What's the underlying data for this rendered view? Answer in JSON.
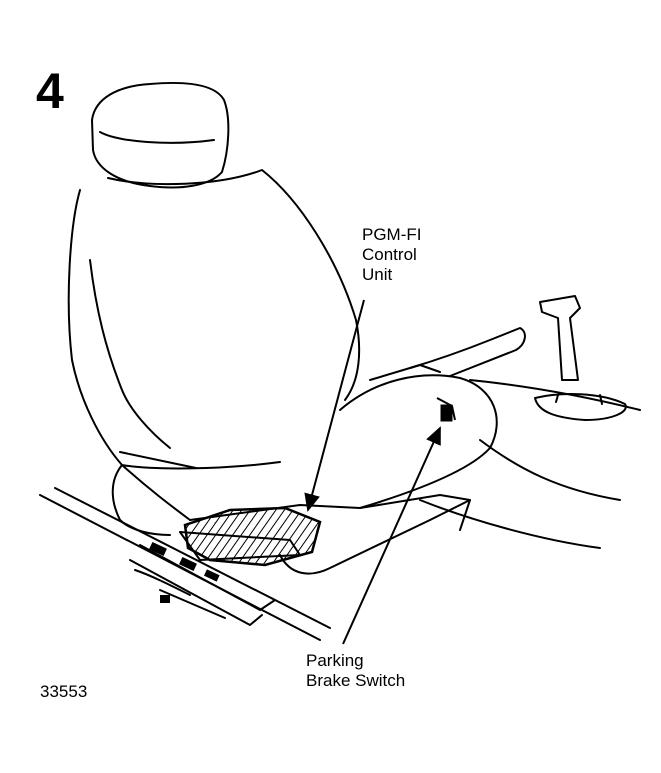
{
  "step_number": "4",
  "callouts": {
    "control_unit": "PGM-FI\nControl\nUnit",
    "parking_brake_switch": "Parking\nBrake Switch"
  },
  "figure_number": "33553"
}
